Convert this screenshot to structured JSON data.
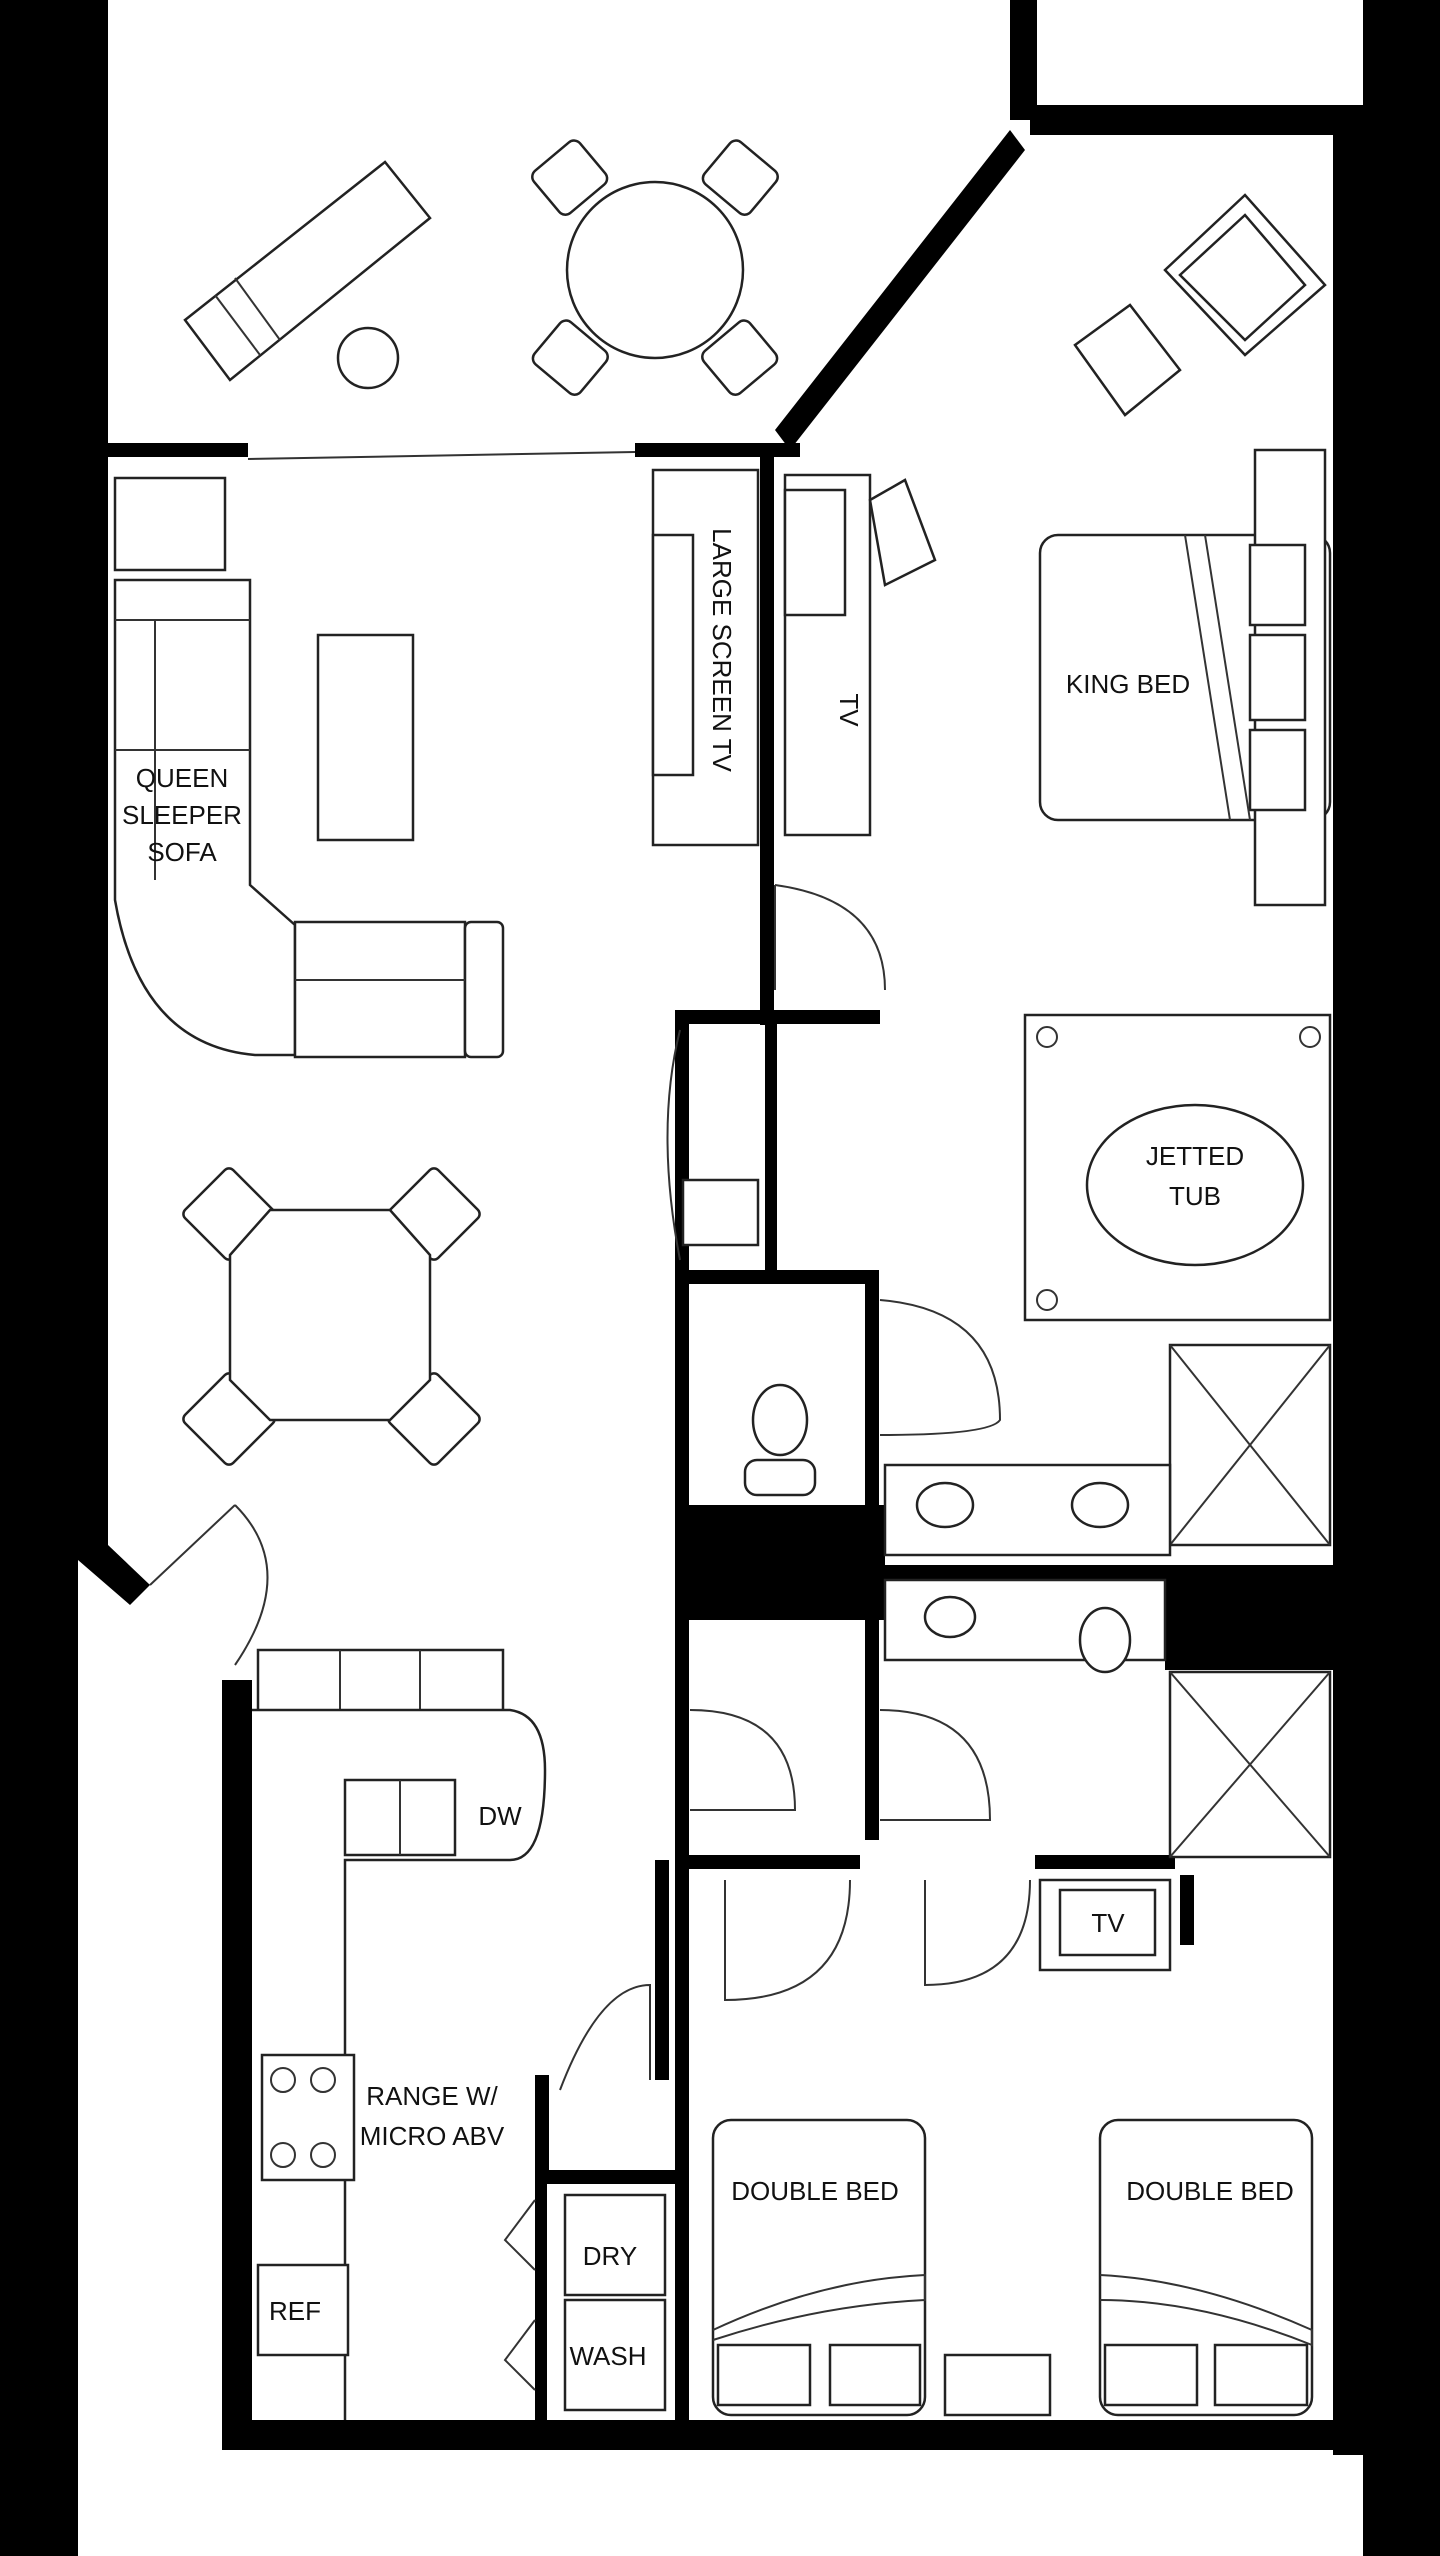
{
  "labels": {
    "large_screen_tv": "LARGE SCREEN TV",
    "tv_master": "TV",
    "king_bed": "KING BED",
    "queen_sleeper_sofa_1": "QUEEN",
    "queen_sleeper_sofa_2": "SLEEPER",
    "queen_sleeper_sofa_3": "SOFA",
    "jetted_tub_1": "JETTED",
    "jetted_tub_2": "TUB",
    "dw": "DW",
    "range_1": "RANGE W/",
    "range_2": "MICRO ABV",
    "ref": "REF",
    "dry": "DRY",
    "wash": "WASH",
    "tv_second": "TV",
    "double_bed_left": "DOUBLE BED",
    "double_bed_right": "DOUBLE BED"
  },
  "colors": {
    "wall": "#000000",
    "floor": "#ffffff",
    "line": "#222222"
  }
}
